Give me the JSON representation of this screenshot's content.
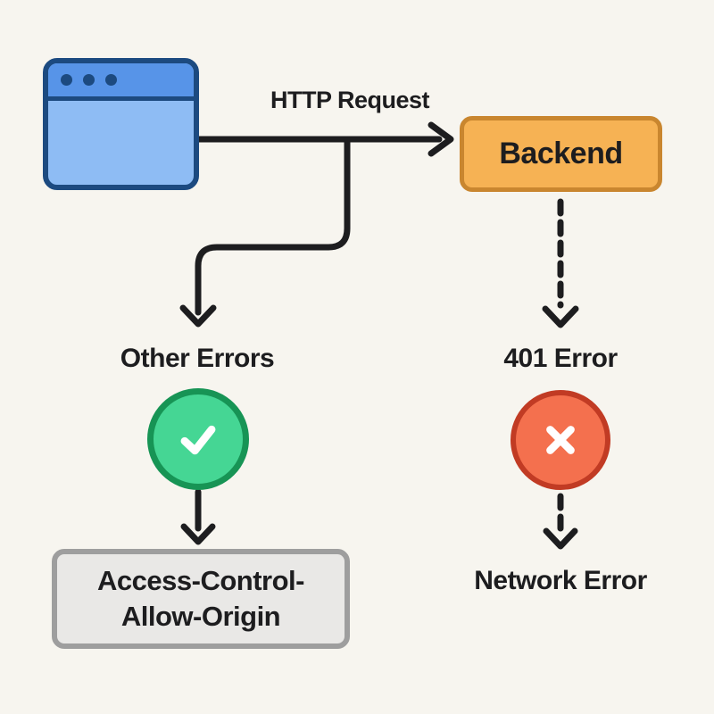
{
  "theme": {
    "bg": "#f7f5ef",
    "ink": "#1d1d1f",
    "line": "#1d1d1f",
    "browser-border": "#1c4a80",
    "browser-bar": "#5794e8",
    "browser-body": "#8ebcf4",
    "backend-fill": "#f6b254",
    "backend-border": "#c9862f",
    "success-fill": "#45d694",
    "success-border": "#179455",
    "error-fill": "#f4704e",
    "error-border": "#c13b24",
    "neutral-fill": "#e9e8e6",
    "neutral-border": "#9e9e9e",
    "mark": "#ffffff"
  },
  "labels": {
    "http_request": "HTTP Request",
    "backend": "Backend",
    "other_errors": "Other Errors",
    "error_401": "401 Error",
    "cors_line1": "Access-Control-",
    "cors_line2": "Allow-Origin",
    "network_error": "Network Error"
  },
  "icons": {
    "browser_window": "browser-window-icon",
    "check": "check-icon",
    "cross": "x-icon"
  }
}
